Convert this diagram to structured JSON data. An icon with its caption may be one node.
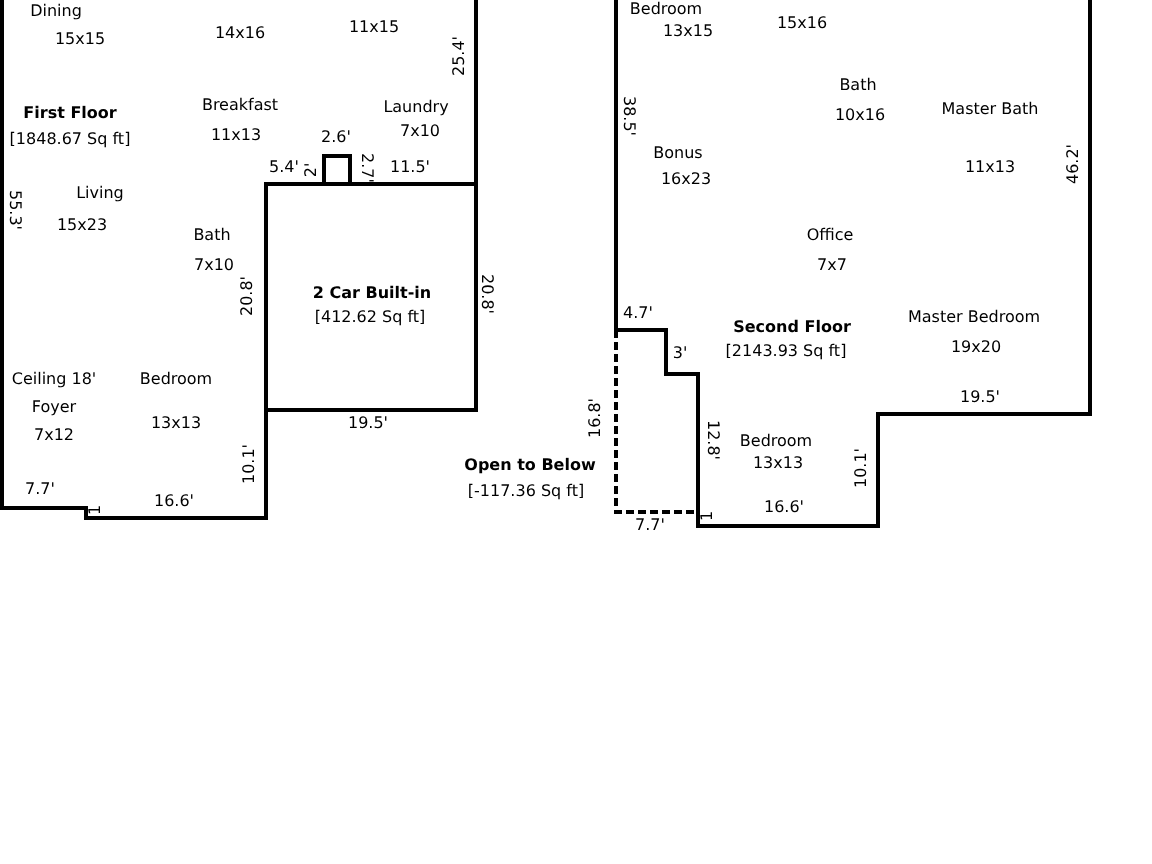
{
  "diagram": {
    "labels": [
      "Dining",
      "14x16",
      "11x15",
      "Bedroom",
      "15x15",
      "15x16",
      "13x15",
      "25.4'",
      "First Floor",
      "Breakfast",
      "Laundry",
      "[1848.67 Sq ft]",
      "11x13",
      "7x10",
      "2.6'",
      "5.4'",
      "2'",
      "2.7'",
      "11.5'",
      "Bath",
      "10x16",
      "38.5'",
      "Master Bath",
      "Bonus",
      "16x23",
      "11x13",
      "46.2'",
      "55.3'",
      "Living",
      "15x23",
      "Bath",
      "7x10",
      "Office",
      "7x7",
      "20.8'",
      "2 Car Built-in",
      "[412.62 Sq ft]",
      "20.8'",
      "4.7'",
      "Second Floor",
      "Master Bedroom",
      "3'",
      "[2143.93 Sq ft]",
      "19x20",
      "Ceiling 18'",
      "Bedroom",
      "Foyer",
      "7x12",
      "13x13",
      "19.5'",
      "19.5'",
      "16.8'",
      "12.8'",
      "Bedroom",
      "13x13",
      "10.1'",
      "10.1'",
      "Open to Below",
      "7.7'",
      "[-117.36 Sq ft]",
      "1",
      "16.6'",
      "7.7'",
      "1",
      "16.6'"
    ]
  }
}
